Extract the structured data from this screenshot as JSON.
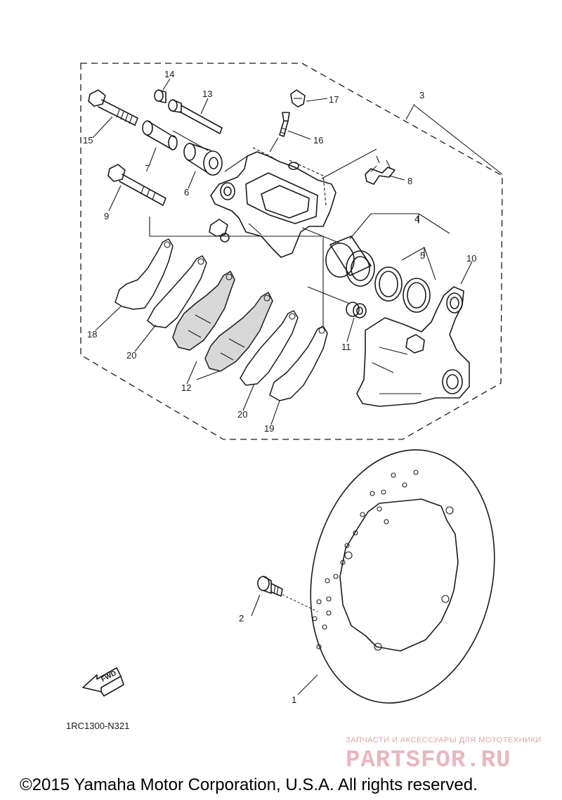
{
  "callouts": {
    "c1": "1",
    "c2": "2",
    "c3": "3",
    "c4": "4",
    "c5": "5",
    "c6": "6",
    "c7": "7",
    "c8": "8",
    "c9": "9",
    "c10": "10",
    "c11": "11",
    "c12": "12",
    "c13": "13",
    "c14": "14",
    "c15": "15",
    "c16": "16",
    "c17": "17",
    "c18": "18",
    "c19": "19",
    "c20a": "20",
    "c20b": "20"
  },
  "fwd_label": "FWD",
  "diagram_code": "1RC1300-N321",
  "watermark": {
    "tagline": "ЗАПЧАСТИ И АКСЕССУАРЫ ДЛЯ МОТОТЕХНИКИ",
    "logo": "PARTSFOR.RU"
  },
  "copyright": "©2015 Yamaha Motor Corporation, U.S.A. All rights reserved."
}
